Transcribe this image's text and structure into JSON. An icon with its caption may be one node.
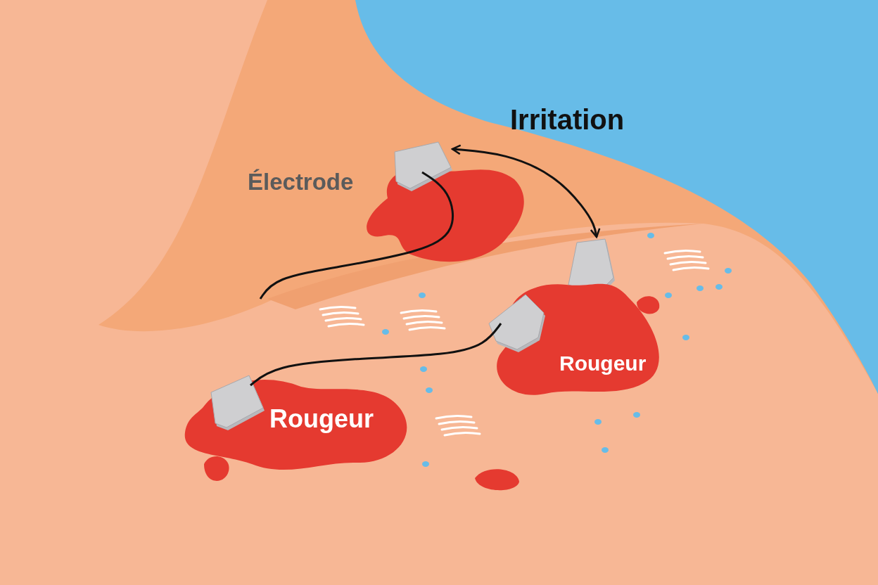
{
  "diagram": {
    "nodes": [
      {
        "text": [],
        "shape": "blob"
      },
      {
        "text": [],
        "shape": "box"
      },
      {
        "text": [],
        "shape": "box"
      },
      {
        "text": [
          "Rougeur"
        ]
      },
      {
        "text": [],
        "shape": "box"
      },
      {
        "text": [
          "Rougeur"
        ]
      },
      {
        "text": [],
        "shape": "box",
        "in": 5
      }
    ],
    "edges": [
      {
        "from": 1,
        "to": 2,
        "arrow": "both"
      },
      {
        "from": 6,
        "to": 4,
        "arrow": "none"
      },
      {
        "from": 1,
        "to": null,
        "arrow": "none"
      }
    ],
    "labels": [
      "Irritation",
      "Électrode"
    ]
  }
}
